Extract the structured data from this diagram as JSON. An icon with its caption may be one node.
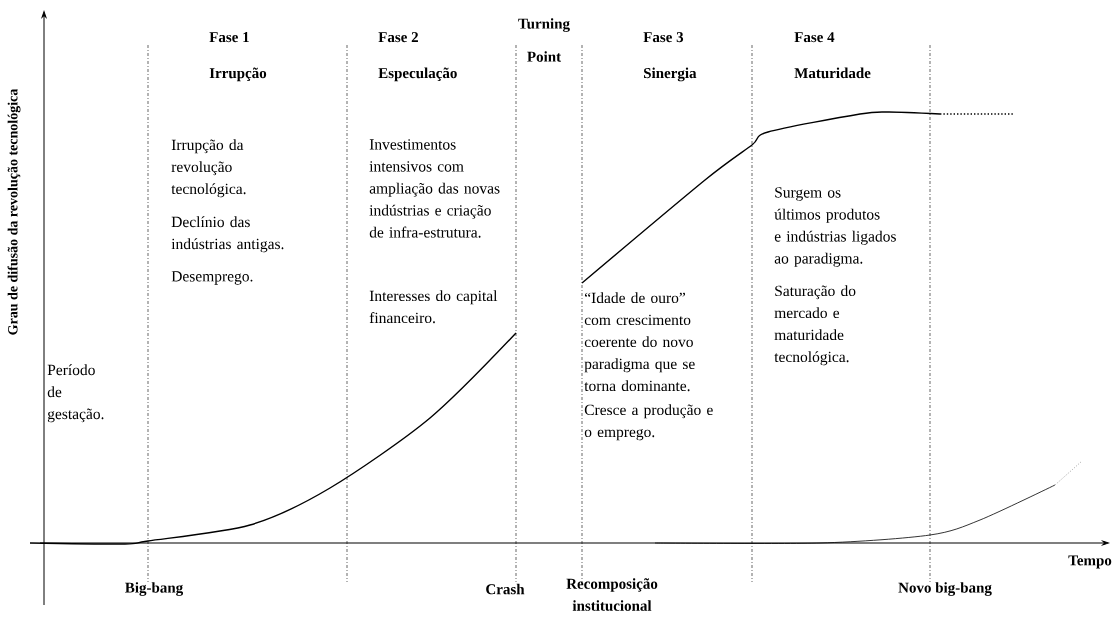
{
  "diagram": {
    "labels": [
      "Grau de difusão da revolução tecnológica",
      "Fase 1",
      "Irrupção",
      "Fase 2",
      "Especulação",
      "Turning Point",
      "Fase 3",
      "Sinergia",
      "Fase 4",
      "Maturidade",
      "Irrupção da revolução tecnológica.",
      "Declínio das indústrias antigas.",
      "Desemprego.",
      "Investimentos intensivos com ampliação das novas indústrias e criação de infra-estrutura.",
      "Interesses do capital financeiro.",
      "Período de gestação.",
      "“Idade de ouro” com crescimento coerente do novo paradigma que se torna dominante.",
      "Cresce a produção e o emprego.",
      "Surgem os últimos produtos e indústrias ligados ao paradigma.",
      "Saturação do mercado e maturidade tecnológica.",
      "Tempo",
      "Big-bang",
      "Crash",
      "Recomposição institucional",
      "Novo big-bang"
    ]
  }
}
